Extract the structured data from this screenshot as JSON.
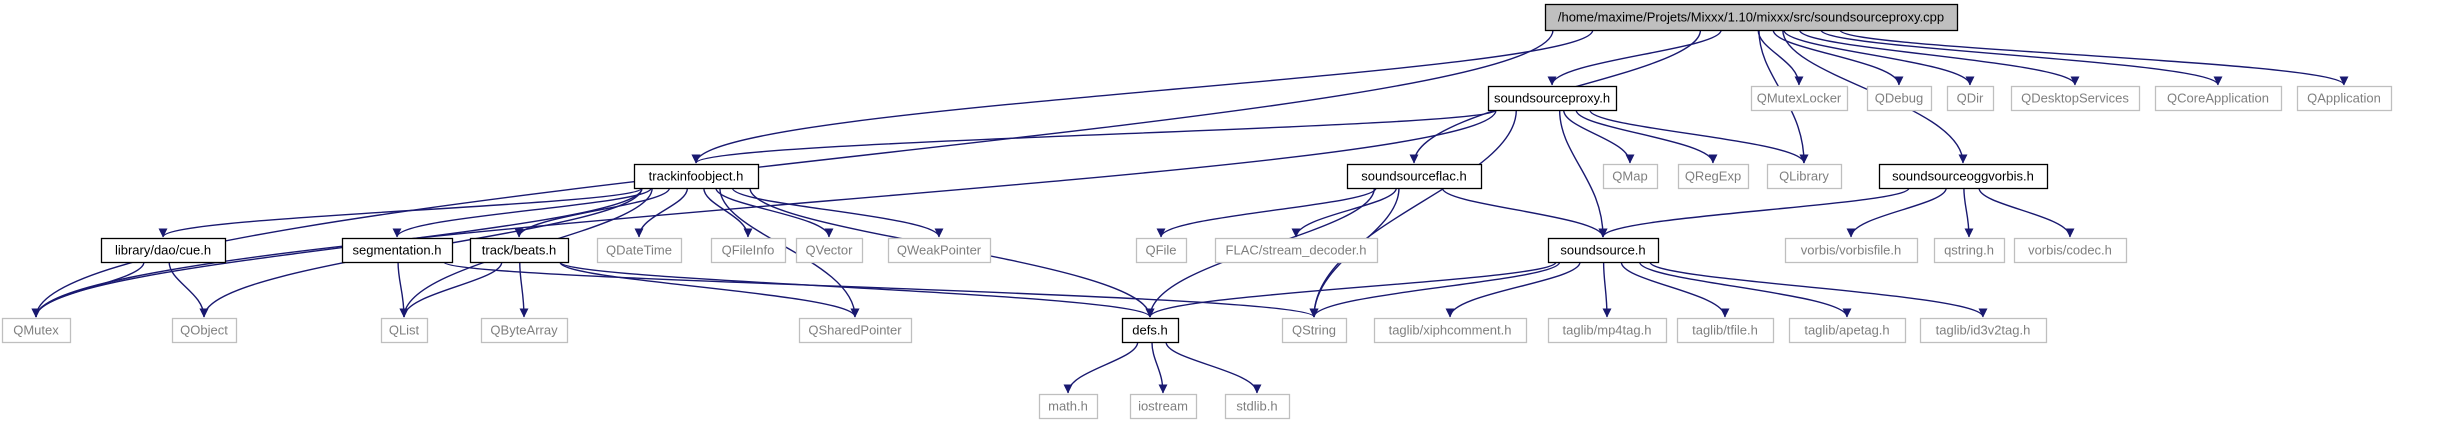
{
  "colors": {
    "edge": "#191970",
    "project_border": "#000000",
    "external_border": "#bfbfbf",
    "external_text": "#7f7f7f",
    "project_text": "#000000",
    "root_fill": "#bfbfbf",
    "node_fill": "#ffffff"
  },
  "nodes": [
    {
      "id": "root",
      "label": "/home/maxime/Projets/Mixxx/1.10/mixxx/src/soundsourceproxy.cpp",
      "kind": "root"
    },
    {
      "id": "soundsourceproxy_h",
      "label": "soundsourceproxy.h",
      "kind": "project"
    },
    {
      "id": "QMutexLocker",
      "label": "QMutexLocker",
      "kind": "external"
    },
    {
      "id": "QDebug",
      "label": "QDebug",
      "kind": "external"
    },
    {
      "id": "QDir",
      "label": "QDir",
      "kind": "external"
    },
    {
      "id": "QDesktopServices",
      "label": "QDesktopServices",
      "kind": "external"
    },
    {
      "id": "QCoreApplication",
      "label": "QCoreApplication",
      "kind": "external"
    },
    {
      "id": "QApplication",
      "label": "QApplication",
      "kind": "external"
    },
    {
      "id": "trackinfoobject_h",
      "label": "trackinfoobject.h",
      "kind": "project"
    },
    {
      "id": "soundsourceflac_h",
      "label": "soundsourceflac.h",
      "kind": "project"
    },
    {
      "id": "QMap",
      "label": "QMap",
      "kind": "external"
    },
    {
      "id": "QRegExp",
      "label": "QRegExp",
      "kind": "external"
    },
    {
      "id": "QLibrary",
      "label": "QLibrary",
      "kind": "external"
    },
    {
      "id": "soundsourceoggvorbis_h",
      "label": "soundsourceoggvorbis.h",
      "kind": "project"
    },
    {
      "id": "library_dao_cue_h",
      "label": "library/dao/cue.h",
      "kind": "project"
    },
    {
      "id": "segmentation_h",
      "label": "segmentation.h",
      "kind": "project"
    },
    {
      "id": "track_beats_h",
      "label": "track/beats.h",
      "kind": "project"
    },
    {
      "id": "QDateTime",
      "label": "QDateTime",
      "kind": "external"
    },
    {
      "id": "QFileInfo",
      "label": "QFileInfo",
      "kind": "external"
    },
    {
      "id": "QVector",
      "label": "QVector",
      "kind": "external"
    },
    {
      "id": "QWeakPointer",
      "label": "QWeakPointer",
      "kind": "external"
    },
    {
      "id": "QFile",
      "label": "QFile",
      "kind": "external"
    },
    {
      "id": "FLAC_stream_decoder_h",
      "label": "FLAC/stream_decoder.h",
      "kind": "external"
    },
    {
      "id": "soundsource_h",
      "label": "soundsource.h",
      "kind": "project"
    },
    {
      "id": "vorbis_vorbisfile_h",
      "label": "vorbis/vorbisfile.h",
      "kind": "external"
    },
    {
      "id": "qstring_h",
      "label": "qstring.h",
      "kind": "external"
    },
    {
      "id": "vorbis_codec_h",
      "label": "vorbis/codec.h",
      "kind": "external"
    },
    {
      "id": "QMutex",
      "label": "QMutex",
      "kind": "external"
    },
    {
      "id": "QObject",
      "label": "QObject",
      "kind": "external"
    },
    {
      "id": "QList",
      "label": "QList",
      "kind": "external"
    },
    {
      "id": "QByteArray",
      "label": "QByteArray",
      "kind": "external"
    },
    {
      "id": "QSharedPointer",
      "label": "QSharedPointer",
      "kind": "external"
    },
    {
      "id": "defs_h",
      "label": "defs.h",
      "kind": "project"
    },
    {
      "id": "QString",
      "label": "QString",
      "kind": "external"
    },
    {
      "id": "taglib_xiphcomment_h",
      "label": "taglib/xiphcomment.h",
      "kind": "external"
    },
    {
      "id": "taglib_mp4tag_h",
      "label": "taglib/mp4tag.h",
      "kind": "external"
    },
    {
      "id": "taglib_tfile_h",
      "label": "taglib/tfile.h",
      "kind": "external"
    },
    {
      "id": "taglib_apetag_h",
      "label": "taglib/apetag.h",
      "kind": "external"
    },
    {
      "id": "taglib_id3v2tag_h",
      "label": "taglib/id3v2tag.h",
      "kind": "external"
    },
    {
      "id": "math_h",
      "label": "math.h",
      "kind": "external"
    },
    {
      "id": "iostream",
      "label": "iostream",
      "kind": "external"
    },
    {
      "id": "stdlib_h",
      "label": "stdlib.h",
      "kind": "external"
    }
  ],
  "edges": [
    [
      "root",
      "soundsourceproxy_h"
    ],
    [
      "root",
      "QMutexLocker"
    ],
    [
      "root",
      "QDebug"
    ],
    [
      "root",
      "QDir"
    ],
    [
      "root",
      "QDesktopServices"
    ],
    [
      "root",
      "QCoreApplication"
    ],
    [
      "root",
      "QApplication"
    ],
    [
      "root",
      "trackinfoobject_h"
    ],
    [
      "root",
      "soundsourceflac_h"
    ],
    [
      "root",
      "QLibrary"
    ],
    [
      "root",
      "soundsourceoggvorbis_h"
    ],
    [
      "root",
      "QMutex"
    ],
    [
      "soundsourceproxy_h",
      "trackinfoobject_h"
    ],
    [
      "soundsourceproxy_h",
      "QMap"
    ],
    [
      "soundsourceproxy_h",
      "QRegExp"
    ],
    [
      "soundsourceproxy_h",
      "QLibrary"
    ],
    [
      "soundsourceproxy_h",
      "soundsource_h"
    ],
    [
      "soundsourceproxy_h",
      "QString"
    ],
    [
      "soundsourceproxy_h",
      "QMutex"
    ],
    [
      "trackinfoobject_h",
      "library_dao_cue_h"
    ],
    [
      "trackinfoobject_h",
      "segmentation_h"
    ],
    [
      "trackinfoobject_h",
      "track_beats_h"
    ],
    [
      "trackinfoobject_h",
      "QDateTime"
    ],
    [
      "trackinfoobject_h",
      "QFileInfo"
    ],
    [
      "trackinfoobject_h",
      "QVector"
    ],
    [
      "trackinfoobject_h",
      "QWeakPointer"
    ],
    [
      "trackinfoobject_h",
      "QMutex"
    ],
    [
      "trackinfoobject_h",
      "QObject"
    ],
    [
      "trackinfoobject_h",
      "QList"
    ],
    [
      "trackinfoobject_h",
      "QSharedPointer"
    ],
    [
      "trackinfoobject_h",
      "defs_h"
    ],
    [
      "library_dao_cue_h",
      "QMutex"
    ],
    [
      "library_dao_cue_h",
      "QObject"
    ],
    [
      "segmentation_h",
      "QList"
    ],
    [
      "segmentation_h",
      "QString"
    ],
    [
      "track_beats_h",
      "QList"
    ],
    [
      "track_beats_h",
      "QByteArray"
    ],
    [
      "track_beats_h",
      "QSharedPointer"
    ],
    [
      "track_beats_h",
      "defs_h"
    ],
    [
      "soundsourceflac_h",
      "QFile"
    ],
    [
      "soundsourceflac_h",
      "FLAC_stream_decoder_h"
    ],
    [
      "soundsourceflac_h",
      "soundsource_h"
    ],
    [
      "soundsourceflac_h",
      "defs_h"
    ],
    [
      "soundsourceflac_h",
      "QString"
    ],
    [
      "soundsourceoggvorbis_h",
      "soundsource_h"
    ],
    [
      "soundsourceoggvorbis_h",
      "vorbis_vorbisfile_h"
    ],
    [
      "soundsourceoggvorbis_h",
      "qstring_h"
    ],
    [
      "soundsourceoggvorbis_h",
      "vorbis_codec_h"
    ],
    [
      "soundsource_h",
      "defs_h"
    ],
    [
      "soundsource_h",
      "QString"
    ],
    [
      "soundsource_h",
      "taglib_xiphcomment_h"
    ],
    [
      "soundsource_h",
      "taglib_mp4tag_h"
    ],
    [
      "soundsource_h",
      "taglib_tfile_h"
    ],
    [
      "soundsource_h",
      "taglib_apetag_h"
    ],
    [
      "soundsource_h",
      "taglib_id3v2tag_h"
    ],
    [
      "defs_h",
      "math_h"
    ],
    [
      "defs_h",
      "iostream"
    ],
    [
      "defs_h",
      "stdlib_h"
    ]
  ]
}
